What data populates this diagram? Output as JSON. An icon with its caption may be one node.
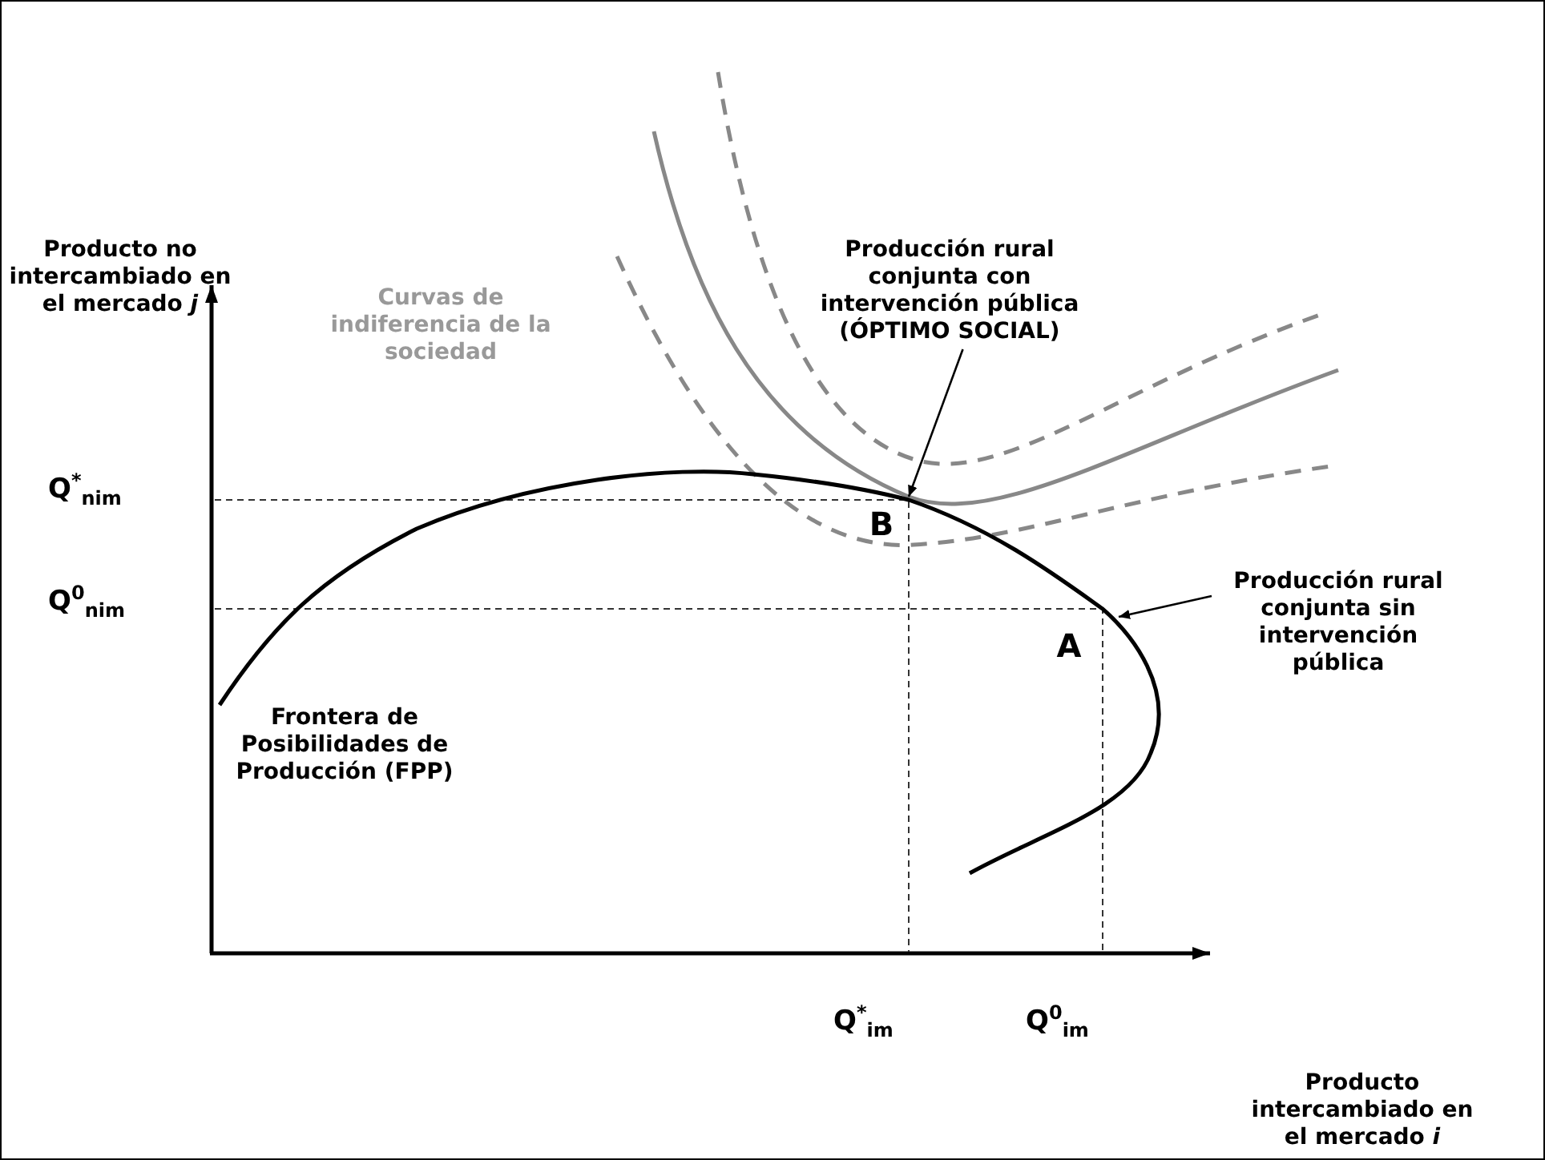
{
  "diagram": {
    "nodes": [
      {
        "text": [
          "Producción rural conjunta con intervención pública (ÓPTIMO SOCIAL)"
        ]
      },
      {
        "text": [
          "Producción rural conjunta sin intervención pública"
        ]
      },
      {
        "text": [],
        "shape": "curve"
      }
    ],
    "edges": [
      {
        "from": 0,
        "to": 2,
        "arrow": "to"
      },
      {
        "from": 1,
        "to": 2,
        "arrow": "to"
      }
    ],
    "labels": [
      "Producto no intercambiado en el mercado *j*",
      "Curvas de indiferencia de la sociedad",
      "Q$^{*}$$_{nim}$",
      "Q$^{0}$$_{nim}$",
      "B",
      "A",
      "Frontera de Posibilidades de Producción (FPP)",
      "Q$^{*}$$_{im}$",
      "Q$^{0}$$_{im}$",
      "Producto intercambiado en el mercado *i*"
    ]
  }
}
